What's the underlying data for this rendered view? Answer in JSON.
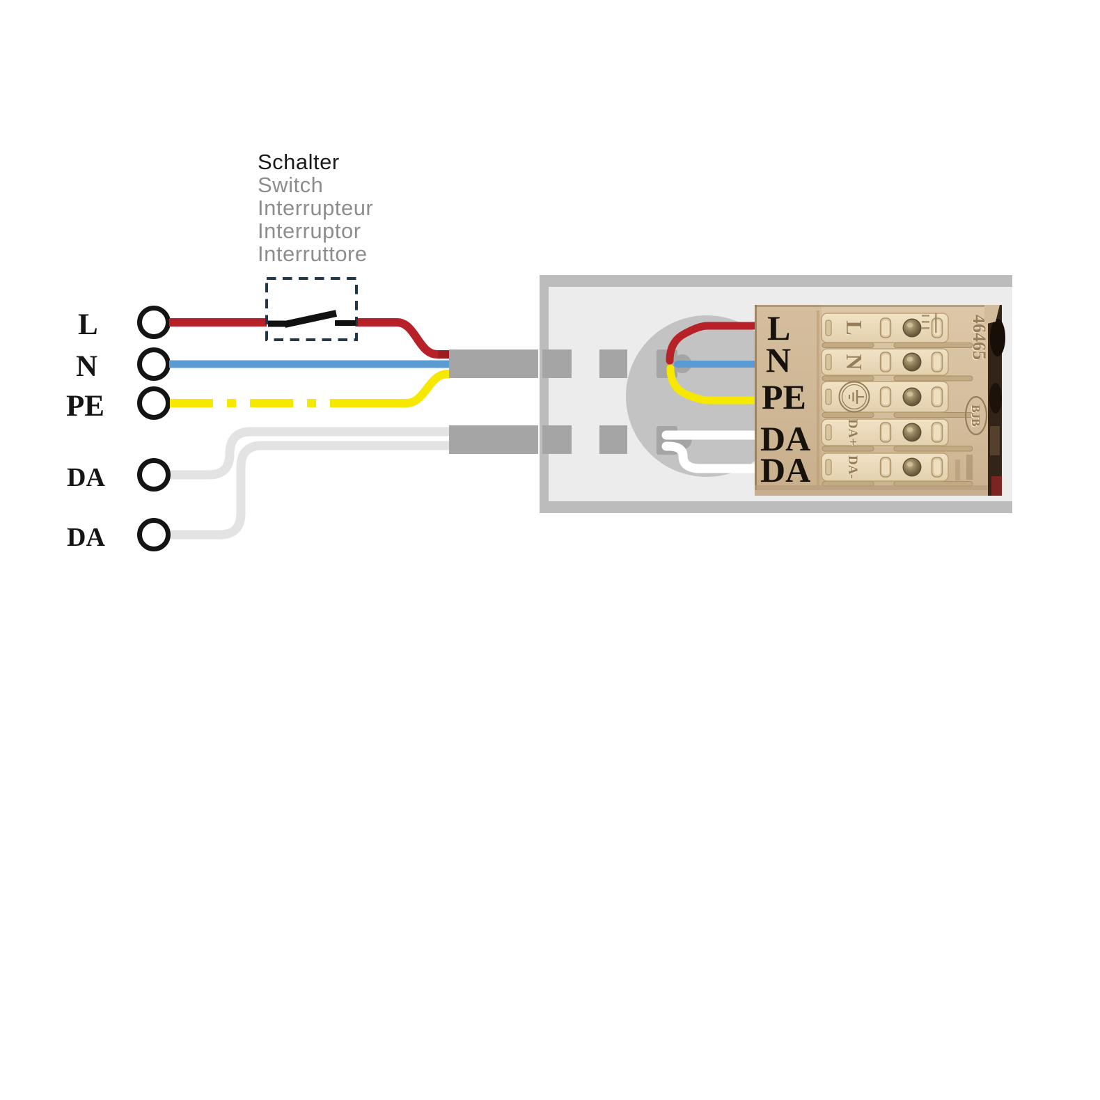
{
  "switch_annotation": {
    "de": "Schalter",
    "en": "Switch",
    "fr": "Interrupteur",
    "es": "Interruptor",
    "it": "Interruttore"
  },
  "left_terminals": [
    "L",
    "N",
    "PE",
    "DA",
    "DA"
  ],
  "photo_labels": [
    "L",
    "N",
    "PE",
    "DA",
    "DA"
  ],
  "terminal_block": {
    "engraved_l": "L",
    "engraved_n": "N",
    "engraved_da_plus": "DA+",
    "engraved_da_minus": "DA-",
    "part_number": "46465",
    "brand": "BJB"
  },
  "colors": {
    "wire_live_red": "#b62227",
    "wire_live_red_dark": "#9a1e22",
    "wire_neutral_blue": "#5b9bd4",
    "wire_pe_yellow": "#f6e800",
    "wire_dali_gray": "#e3e3e3",
    "wire_dali_white": "#ffffff",
    "enclosure_fill": "#ececec",
    "enclosure_border": "#bcbcbc",
    "cable_block_gray": "#a5a5a5",
    "grommet_circle_gray": "#c3c3c3",
    "switch_box_dash": "#223749",
    "photo_beige": "#d5bf9f"
  }
}
